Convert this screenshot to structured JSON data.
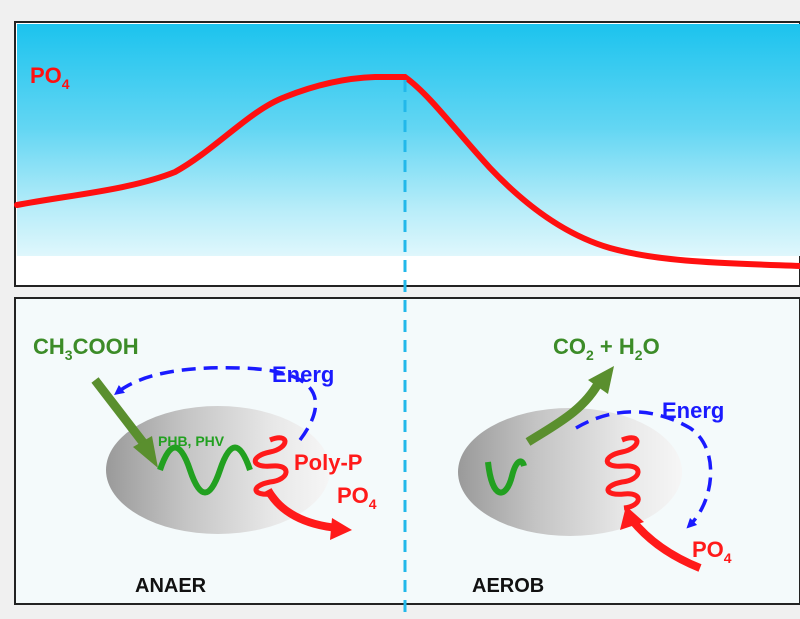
{
  "top_panel": {
    "y_label_main": "PO",
    "y_label_sub": "4"
  },
  "anaerobic": {
    "substrate_main": "CH",
    "substrate_sub": "3",
    "substrate_rest": "COOH",
    "energy_label": "Energ",
    "storage_label": "PHB, PHV",
    "polyp_label": "Poly-P",
    "release_main": "PO",
    "release_sub": "4",
    "phase_label": "ANAER"
  },
  "aerobic": {
    "product_a": "CO",
    "product_a_sub": "2",
    "product_mid": " + H",
    "product_b_sub": "2",
    "product_end": "O",
    "energy_label": "Energ",
    "uptake_main": "PO",
    "uptake_sub": "4",
    "phase_label": "AEROB"
  },
  "colors": {
    "curve": "#ff1010",
    "divider": "#22b8ea",
    "energy": "#1a1aff",
    "substrate": "#3c8c28",
    "storage": "#22a020",
    "phosphate": "#ff1a1a"
  }
}
